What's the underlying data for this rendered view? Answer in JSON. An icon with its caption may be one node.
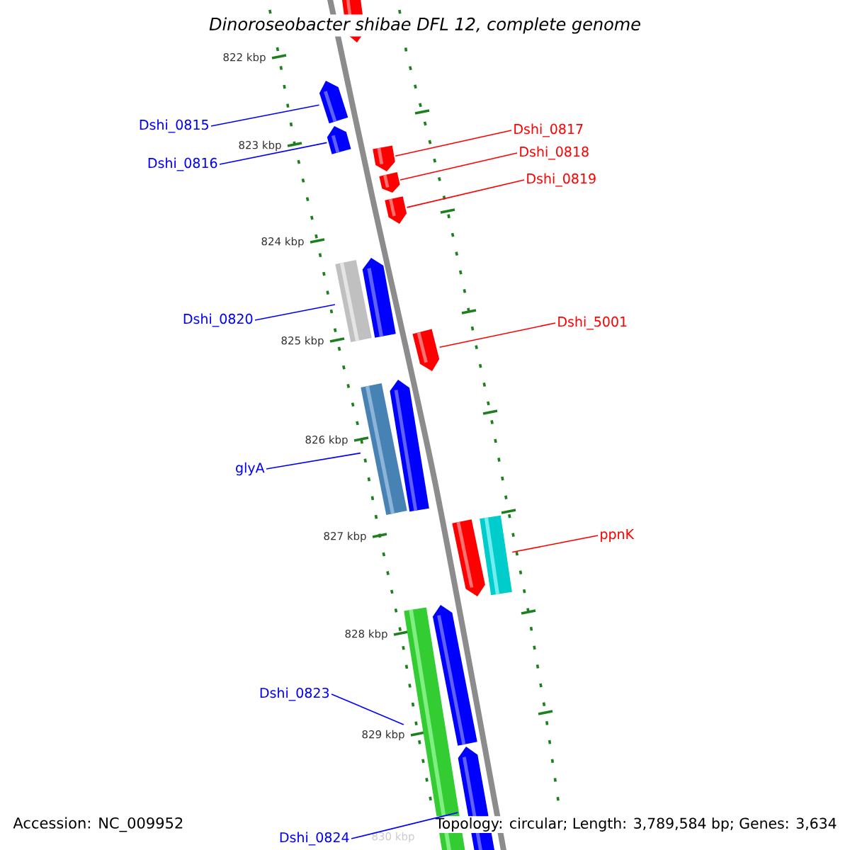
{
  "diagram": {
    "title": "Dinoroseobacter shibae DFL 12, complete genome",
    "nodes": [
      {
        "text": [],
        "shape": "pentagon"
      },
      {
        "text": [],
        "shape": "pentagon"
      },
      {
        "text": [
          "Dshi_0815"
        ]
      },
      {
        "text": [
          "Dshi_0817"
        ]
      },
      {
        "text": [],
        "shape": "pentagon"
      },
      {
        "text": [
          "Dshi_0818"
        ]
      },
      {
        "text": [],
        "shape": "pentagon"
      },
      {
        "text": [
          "Dshi_0816"
        ]
      },
      {
        "text": [
          "Dshi_0819"
        ]
      },
      {
        "text": [],
        "shape": "pentagon"
      },
      {
        "text": [],
        "shape": "pentagon"
      },
      {
        "text": [],
        "shape": "bar"
      },
      {
        "text": [],
        "shape": "pentagon"
      },
      {
        "text": [
          "Dshi_0820"
        ]
      },
      {
        "text": [
          "Dshi_5001"
        ]
      },
      {
        "text": [],
        "shape": "pentagon"
      },
      {
        "text": [],
        "shape": "bar"
      },
      {
        "text": [],
        "shape": "pentagon"
      },
      {
        "text": [
          "glyA"
        ]
      },
      {
        "text": [],
        "shape": "pentagon"
      },
      {
        "text": [],
        "shape": "bar"
      },
      {
        "text": [
          "ppnK"
        ]
      },
      {
        "text": [],
        "shape": "bar"
      },
      {
        "text": [],
        "shape": "pentagon"
      },
      {
        "text": [
          "Dshi_0823"
        ]
      },
      {
        "text": [],
        "shape": "pentagon"
      },
      {
        "text": [
          "Dshi_0824"
        ]
      }
    ],
    "edges": [
      {
        "from": 2,
        "to": 1,
        "arrow": "none"
      },
      {
        "from": 7,
        "to": 4,
        "arrow": "none"
      },
      {
        "from": 3,
        "to": 6,
        "arrow": "none",
        "color": "#ff0000"
      },
      {
        "from": 5,
        "to": 9,
        "arrow": "none",
        "color": "#ff0000"
      },
      {
        "from": 8,
        "to": 10,
        "arrow": "none",
        "color": "#ff0000"
      },
      {
        "from": 13,
        "to": 11,
        "arrow": "none"
      },
      {
        "from": 14,
        "to": 15,
        "arrow": "none",
        "color": "#ff0000"
      },
      {
        "from": 18,
        "to": 16,
        "arrow": "none"
      },
      {
        "from": 21,
        "to": 20,
        "arrow": "none",
        "color": "#ff0000"
      },
      {
        "from": 24,
        "to": 22,
        "arrow": "none"
      },
      {
        "from": 26,
        "to": 25,
        "arrow": "none"
      }
    ],
    "labels": [
      "822 kbp",
      "823 kbp",
      "824 kbp",
      "825 kbp",
      "826 kbp",
      "827 kbp",
      "828 kbp",
      "829 kbp",
      "830 kbp",
      "Accession: NC_009952",
      "Topology: circular; Length: 3,789,584 bp; Genes: 3,634"
    ]
  }
}
